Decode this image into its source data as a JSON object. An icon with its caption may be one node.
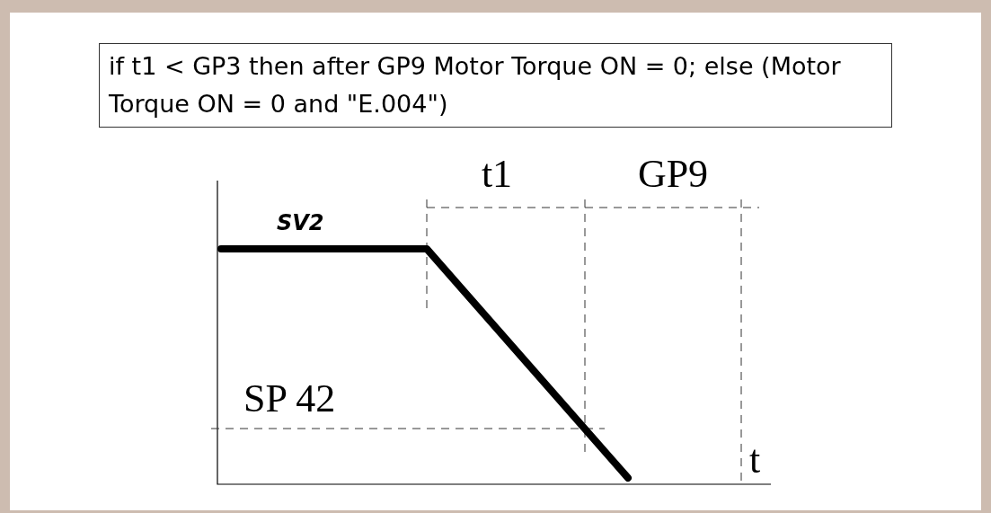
{
  "diagram": {
    "nodes": [
      {
        "text": [
          "if t1 < GP3 then after GP9 Motor Torque ON = 0; else (Motor Torque ON = 0 and \"E.004\")"
        ]
      }
    ],
    "labels": [
      "t1",
      "GP9",
      "SV2",
      "SP 42",
      "t"
    ]
  }
}
